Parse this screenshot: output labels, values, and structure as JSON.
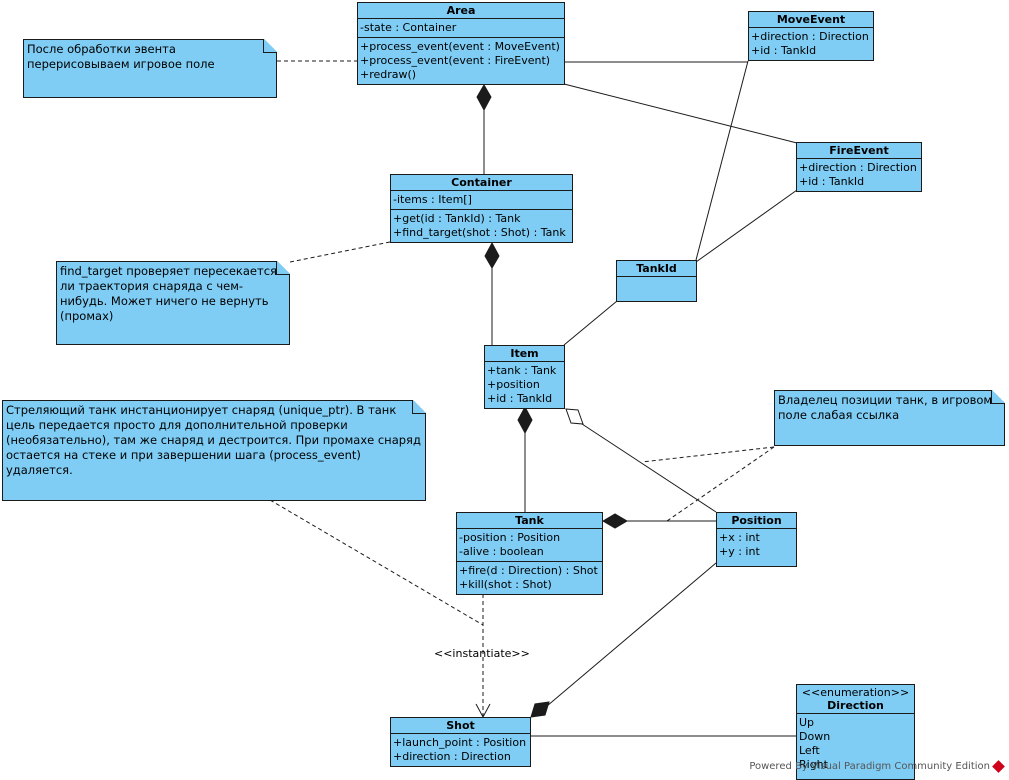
{
  "classes": {
    "area": {
      "name": "Area",
      "attributes": [
        "-state : Container"
      ],
      "operations": [
        "+process_event(event : MoveEvent)",
        "+process_event(event : FireEvent)",
        "+redraw()"
      ]
    },
    "moveevent": {
      "name": "MoveEvent",
      "attributes": [
        "+direction : Direction",
        "+id : TankId"
      ]
    },
    "fireevent": {
      "name": "FireEvent",
      "attributes": [
        "+direction : Direction",
        "+id : TankId"
      ]
    },
    "container": {
      "name": "Container",
      "attributes": [
        "-items : Item[]"
      ],
      "operations": [
        "+get(id : TankId) : Tank",
        "+find_target(shot : Shot) : Tank"
      ]
    },
    "tankid": {
      "name": "TankId"
    },
    "item": {
      "name": "Item",
      "attributes": [
        "+tank : Tank",
        "+position",
        "+id : TankId"
      ]
    },
    "tank": {
      "name": "Tank",
      "attributes": [
        "-position : Position",
        "-alive : boolean"
      ],
      "operations": [
        "+fire(d : Direction) : Shot",
        "+kill(shot : Shot)"
      ]
    },
    "position": {
      "name": "Position",
      "attributes": [
        "+x : int",
        "+y : int"
      ]
    },
    "shot": {
      "name": "Shot",
      "attributes": [
        "+launch_point : Position",
        "+direction : Direction"
      ]
    },
    "direction": {
      "stereotype": "<<enumeration>>",
      "name": "Direction",
      "literals": [
        "Up",
        "Down",
        "Left",
        "Right"
      ]
    }
  },
  "notes": {
    "redraw": "После обработки эвента перерисовываем игровое поле",
    "find_target": "find_target проверяет пересекается ли траектория снаряда с чем-нибудь. Может ничего не вернуть (промах)",
    "shot_lifecycle": "Стреляющий танк инстанционирует снаряд (unique_ptr). В танк цель передается просто для дополнительной проверки (необязательно), там же снаряд и дестроится. При промахе снаряд остается на стеке и при завершении шага (process_event) удаляется.",
    "position_owner": "Владелец позиции танк, в игровом поле слабая ссылка"
  },
  "labels": {
    "instantiate": "<<instantiate>>"
  },
  "footer": "Powered By Visual Paradigm Community Edition",
  "colors": {
    "class_fill": "#7fcdf5",
    "line": "#1b1b1b"
  }
}
